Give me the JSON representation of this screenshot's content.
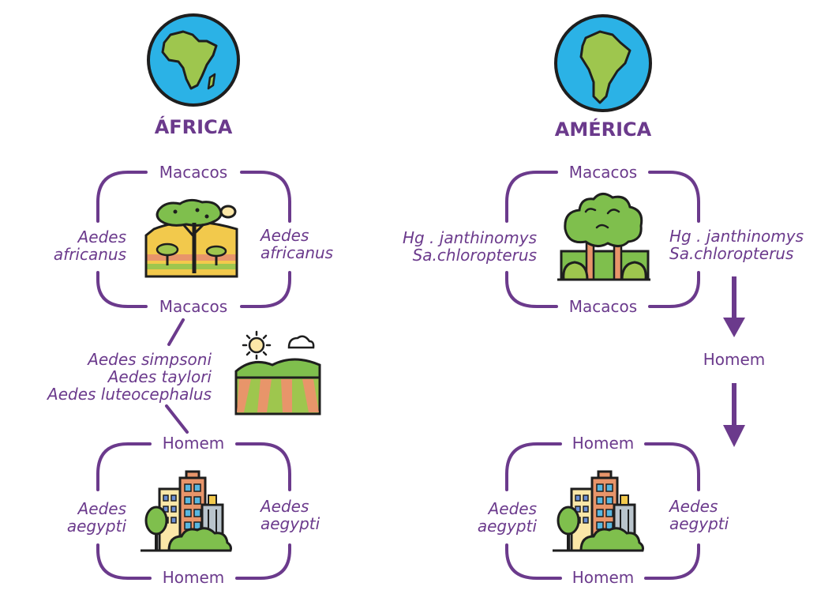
{
  "colors": {
    "purple": "#6b3a8c",
    "ocean": "#2bb2e6",
    "land": "#9ec64e",
    "outline": "#1e1e1e"
  },
  "africa": {
    "title": "ÁFRICA",
    "sylvatic": {
      "top": "Macacos",
      "bottom": "Macacos",
      "left": [
        "Aedes",
        "africanus"
      ],
      "right": [
        "Aedes",
        "africanus"
      ],
      "icon": "savanna-icon"
    },
    "transition": {
      "species": [
        "Aedes simpsoni",
        "Aedes taylori",
        "Aedes luteocephalus"
      ],
      "icon": "farmland-icon"
    },
    "urban": {
      "top": "Homem",
      "bottom": "Homem",
      "left": [
        "Aedes",
        "aegypti"
      ],
      "right": [
        "Aedes",
        "aegypti"
      ],
      "icon": "city-icon"
    }
  },
  "america": {
    "title": "AMÉRICA",
    "sylvatic": {
      "top": "Macacos",
      "bottom": "Macacos",
      "left": [
        "Hg . janthinomys",
        "Sa.chloropterus"
      ],
      "right": [
        "Hg . janthinomys",
        "Sa.chloropterus"
      ],
      "icon": "forest-icon"
    },
    "flow_label": "Homem",
    "urban": {
      "top": "Homem",
      "bottom": "Homem",
      "left": [
        "Aedes",
        "aegypti"
      ],
      "right": [
        "Aedes",
        "aegypti"
      ],
      "icon": "city-icon"
    }
  }
}
